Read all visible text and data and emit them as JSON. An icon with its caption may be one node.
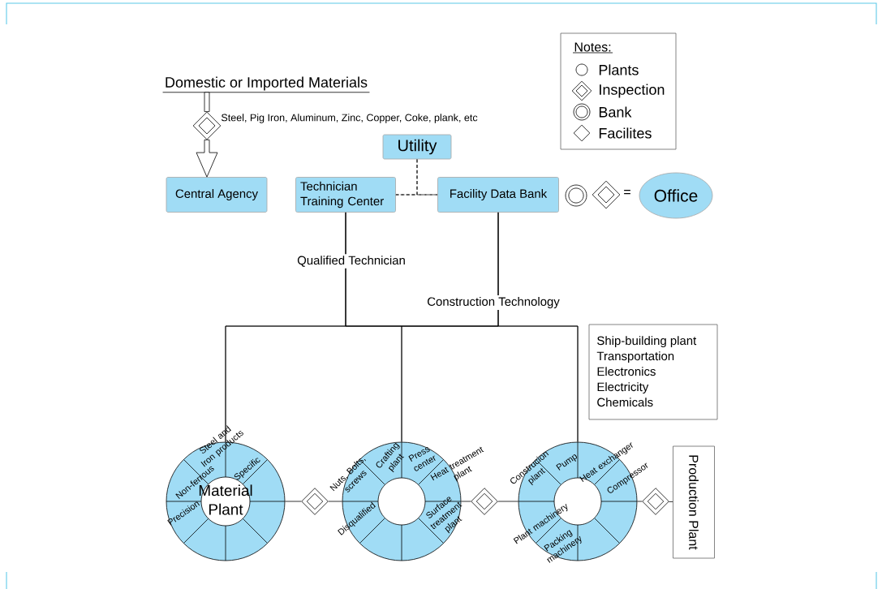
{
  "diagram": {
    "nodes": [
      {
        "text": [
          "Domestic or Imported Materials"
        ]
      },
      {
        "text": [],
        "shape": "diamond",
        "beside": [
          "Steel, Pig Iron, Aluminum, Zinc, Copper, Coke, plank, etc"
        ]
      },
      {
        "text": [
          "Central Agency"
        ]
      },
      {
        "text": [
          "Utility"
        ]
      },
      {
        "text": [
          "Technician Training Center"
        ]
      },
      {
        "text": [
          "Facility Data Bank"
        ]
      },
      {
        "text": [],
        "shape": "circle"
      },
      {
        "text": [],
        "shape": "diamond"
      },
      {
        "text": [
          "Office"
        ]
      },
      {
        "text": [
          "Ship-building plant",
          "Transportation",
          "Electronics",
          "Electricity",
          "Chemicals"
        ]
      },
      {
        "text": [
          "Material Plant",
          "Steel and Iron products",
          "Specific",
          "Non-ferrous",
          "Precision"
        ]
      },
      {
        "text": [],
        "shape": "diamond"
      },
      {
        "text": [
          "Nuts, Bolts, screws",
          "Crafting plant",
          "Press center",
          "Heat treatment plant",
          "Disqualified",
          "Surface treatment plant"
        ]
      },
      {
        "text": [],
        "shape": "diamond"
      },
      {
        "text": [
          "Construcion plant",
          "Pump",
          "Heat exchanger",
          "Compressor",
          "Plant machinery",
          "Packing machinery"
        ]
      },
      {
        "text": [],
        "shape": "diamond"
      },
      {
        "text": [
          "Production Plant"
        ]
      }
    ],
    "edges": [
      {
        "from": 0,
        "to": 1,
        "arrow": "none"
      },
      {
        "from": 1,
        "to": 2,
        "arrow": "to"
      },
      {
        "from": 3,
        "to": 4,
        "arrow": "none",
        "style": "dashed"
      },
      {
        "from": 3,
        "to": 5,
        "arrow": "none",
        "style": "dashed"
      },
      {
        "from": 4,
        "to": 5,
        "arrow": "none",
        "style": "dashed"
      },
      {
        "from": 4,
        "to": 10,
        "arrow": "none",
        "label": "Qualified Technician"
      },
      {
        "from": 4,
        "to": 12,
        "arrow": "none"
      },
      {
        "from": 4,
        "to": 14,
        "arrow": "none"
      },
      {
        "from": 5,
        "to": 10,
        "arrow": "none",
        "label": "Construction Technology"
      },
      {
        "from": 5,
        "to": 12,
        "arrow": "none"
      },
      {
        "from": 5,
        "to": 14,
        "arrow": "none"
      },
      {
        "from": 10,
        "to": 11,
        "arrow": "none"
      },
      {
        "from": 11,
        "to": 12,
        "arrow": "none"
      },
      {
        "from": 12,
        "to": 13,
        "arrow": "none"
      },
      {
        "from": 13,
        "to": 14,
        "arrow": "none"
      },
      {
        "from": 14,
        "to": 15,
        "arrow": "none"
      },
      {
        "from": 15,
        "to": 16,
        "arrow": "none"
      }
    ],
    "labels": [
      "Notes:",
      "="
    ],
    "legend": [
      {
        "text": "Plants"
      },
      {
        "text": "Inspection"
      },
      {
        "text": "Bank"
      },
      {
        "text": "Facilites"
      }
    ]
  }
}
